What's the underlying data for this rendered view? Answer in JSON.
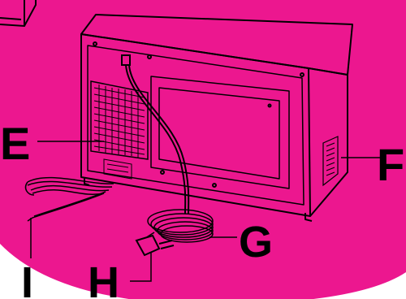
{
  "colors": {
    "background": "#ec178f",
    "corner": "#ffffff",
    "ink": "#000000",
    "appliance": "#ec178f"
  },
  "labels": {
    "E": "E",
    "F": "F",
    "G": "G",
    "H": "H",
    "I": "I"
  },
  "parts": [
    "microwave-cabinet",
    "rear-panel",
    "power-cord",
    "power-plug",
    "coiled-cord"
  ]
}
